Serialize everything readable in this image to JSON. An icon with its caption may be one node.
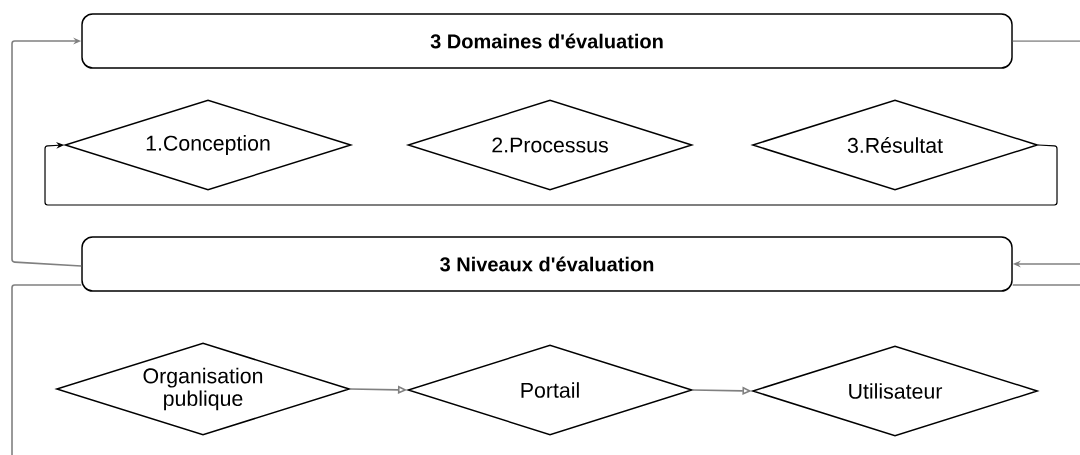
{
  "diagram": {
    "nodes": [
      {
        "text": [
          "3 Domaines d'évaluation"
        ]
      },
      {
        "text": [
          "1.Conception"
        ]
      },
      {
        "text": [
          "2.Processus"
        ]
      },
      {
        "text": [
          "3.Résultat"
        ]
      },
      {
        "text": [
          "3 Niveaux d'évaluation"
        ]
      },
      {
        "text": [
          "Organisation publique"
        ]
      },
      {
        "text": [
          "Portail"
        ]
      },
      {
        "text": [
          "Utilisateur"
        ]
      }
    ],
    "edges": [
      {
        "from": 4,
        "to": 0,
        "arrow": "to"
      },
      {
        "from": 3,
        "to": 1,
        "arrow": "to",
        "color": "#000000"
      },
      {
        "from": 0,
        "to": null,
        "arrow": "none"
      },
      {
        "from": null,
        "to": 4,
        "arrow": "to"
      },
      {
        "from": 4,
        "to": null,
        "arrow": "none"
      },
      {
        "from": 4,
        "to": null,
        "arrow": "none"
      },
      {
        "from": 5,
        "to": 6,
        "arrow": "to"
      },
      {
        "from": 6,
        "to": 7,
        "arrow": "to"
      }
    ]
  }
}
